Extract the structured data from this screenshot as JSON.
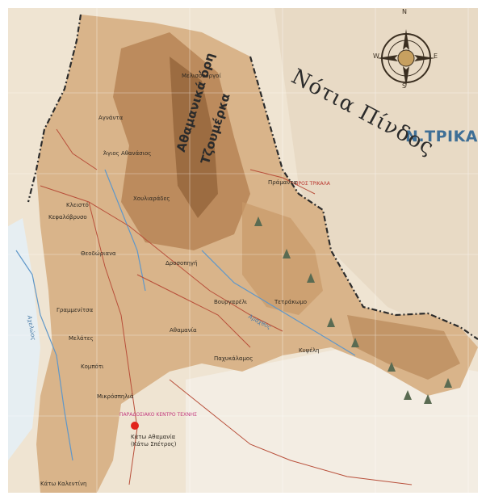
{
  "map": {
    "region_label": "Ν.ΤΡΙΚΑ",
    "range_north": "Νότια Πίνδος",
    "range_massif_1": "Αθαμανικά όρη",
    "range_massif_2": "Τζουμέρκα",
    "center_label": "ΠΑΡΑΔΟΣΙΑΚΟ ΚΕΝΤΡΟ ΤΕΧΝΗΣ",
    "village_main": "Άγναντα",
    "village_red": "Κάτω Αθαμανία",
    "village_red_sub": "(Κάτω Σπέτρος)",
    "route_tag": "ΠΡΟΣ ΤΡΙΚΑΛΑ",
    "places": [
      "Αγνάντα",
      "Άγιος Αθανάσιος",
      "Κλειστό",
      "Κεφαλόβρυσο",
      "Χουλιαράδες",
      "Πράμαντα",
      "Μελισσουργοί",
      "Θεοδώριανα",
      "Βουργαρέλι",
      "Δροσοπηγή",
      "Γραμμενίτσα",
      "Μελάτες",
      "Τετράκωμο",
      "Κυψέλη",
      "Παχυκάλαμος",
      "Κομπότι",
      "Μικρόσπηλιά",
      "Κάτω Καλεντίνη",
      "Αθαμανία"
    ],
    "rivers": [
      "Αχελώος",
      "Άραχθος"
    ],
    "compass_letters": {
      "n": "N",
      "s": "S",
      "e": "E",
      "w": "W"
    }
  },
  "colors": {
    "land": "#efe4d2",
    "plain": "#d9b48a",
    "relief": "#b27d4e",
    "relief_dark": "#8f5f36",
    "river": "#5f97c9",
    "border": "#2b2b2b",
    "road": "#b84f3a",
    "accent_red": "#e2241c",
    "grid": "#ffffff"
  }
}
